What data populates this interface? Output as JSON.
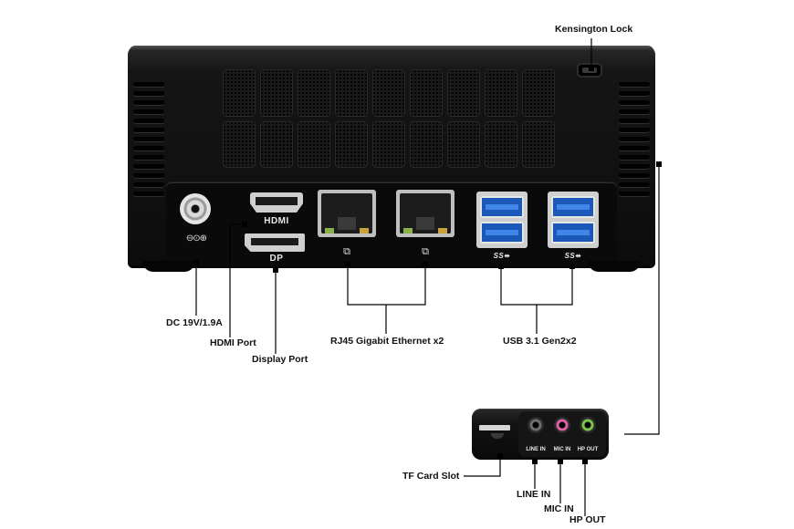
{
  "labels": {
    "kensington_lock": "Kensington Lock",
    "dc": "DC 19V/1.9A",
    "hdmi_port": "HDMI Port",
    "display_port": "Display Port",
    "rj45": "RJ45  Gigabit Ethernet x2",
    "usb": "USB 3.1 Gen2x2",
    "tf_card": "TF Card Slot",
    "line_in": "LINE IN",
    "mic_in": "MIC IN",
    "hp_out": "HP OUT"
  },
  "panel_marks": {
    "hdmi_logo": "HDMI",
    "dp": "DP",
    "ss_one": "SS⬌",
    "ss_two": "SS⬌",
    "dc_symbol": "⊖⊙⊕",
    "lan_one": "⧉",
    "lan_two": "⧉"
  },
  "audio_marks": {
    "line_in": "LINE IN",
    "mic_in": "MIC IN",
    "hp_out": "HP OUT"
  },
  "colors": {
    "usb_port": "#1b58b8",
    "mic_jack": "#e060a8",
    "headphone_jack": "#79c64a",
    "device_body": "#111111",
    "leader_line": "#000000"
  }
}
